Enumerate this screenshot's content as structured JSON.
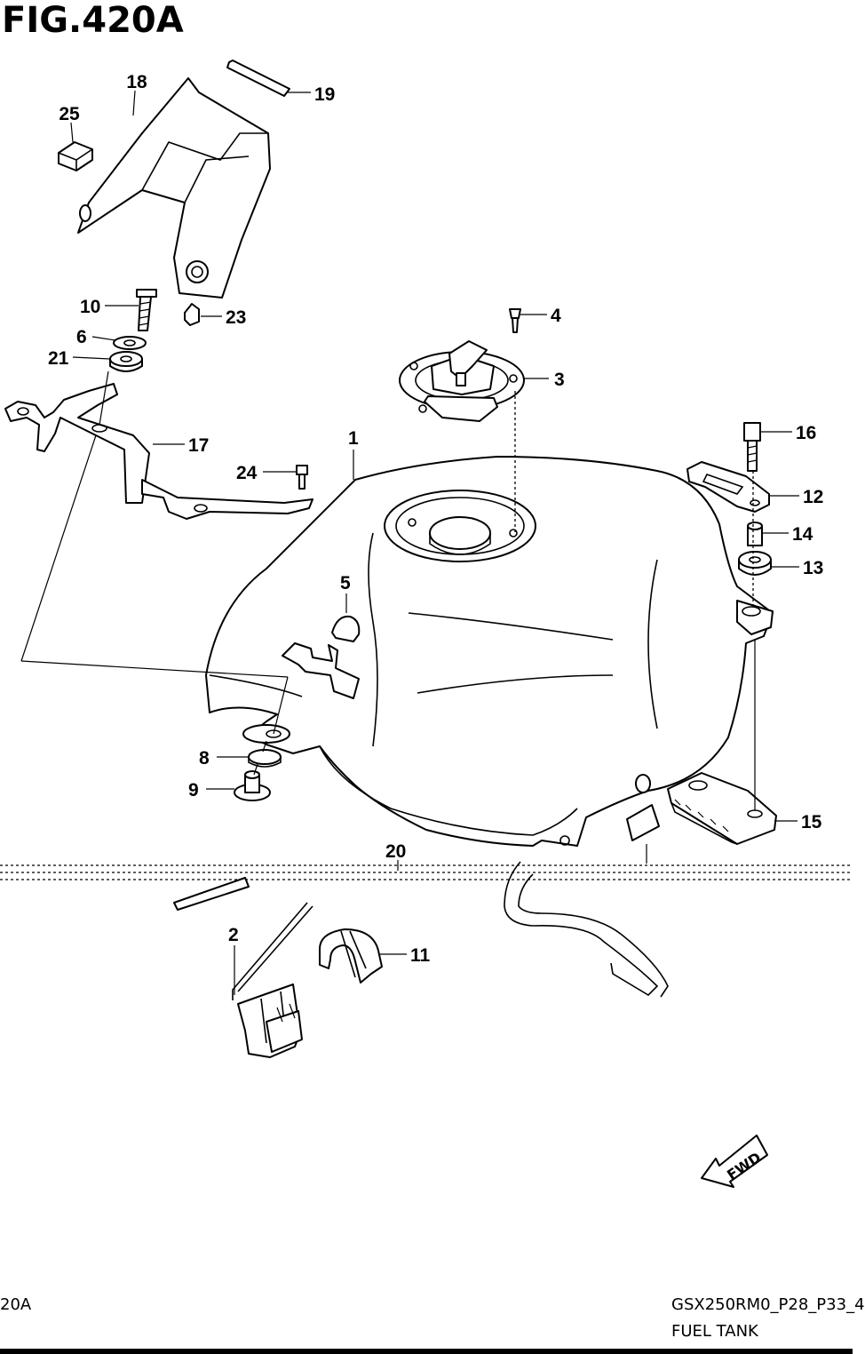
{
  "figure": {
    "title": "FIG.420A"
  },
  "parts": {
    "p1": "1",
    "p2": "2",
    "p3": "3",
    "p4": "4",
    "p5": "5",
    "p6": "6",
    "p8": "8",
    "p9": "9",
    "p10": "10",
    "p11": "11",
    "p12": "12",
    "p13": "13",
    "p14": "14",
    "p15": "15",
    "p16": "16",
    "p17": "17",
    "p18": "18",
    "p19": "19",
    "p20": "20",
    "p21": "21",
    "p23": "23",
    "p24": "24",
    "p25": "25"
  },
  "direction_badge": "FWD",
  "footer": {
    "left": "20A",
    "code": "GSX250RM0_P28_P33_4",
    "name": "FUEL TANK"
  }
}
